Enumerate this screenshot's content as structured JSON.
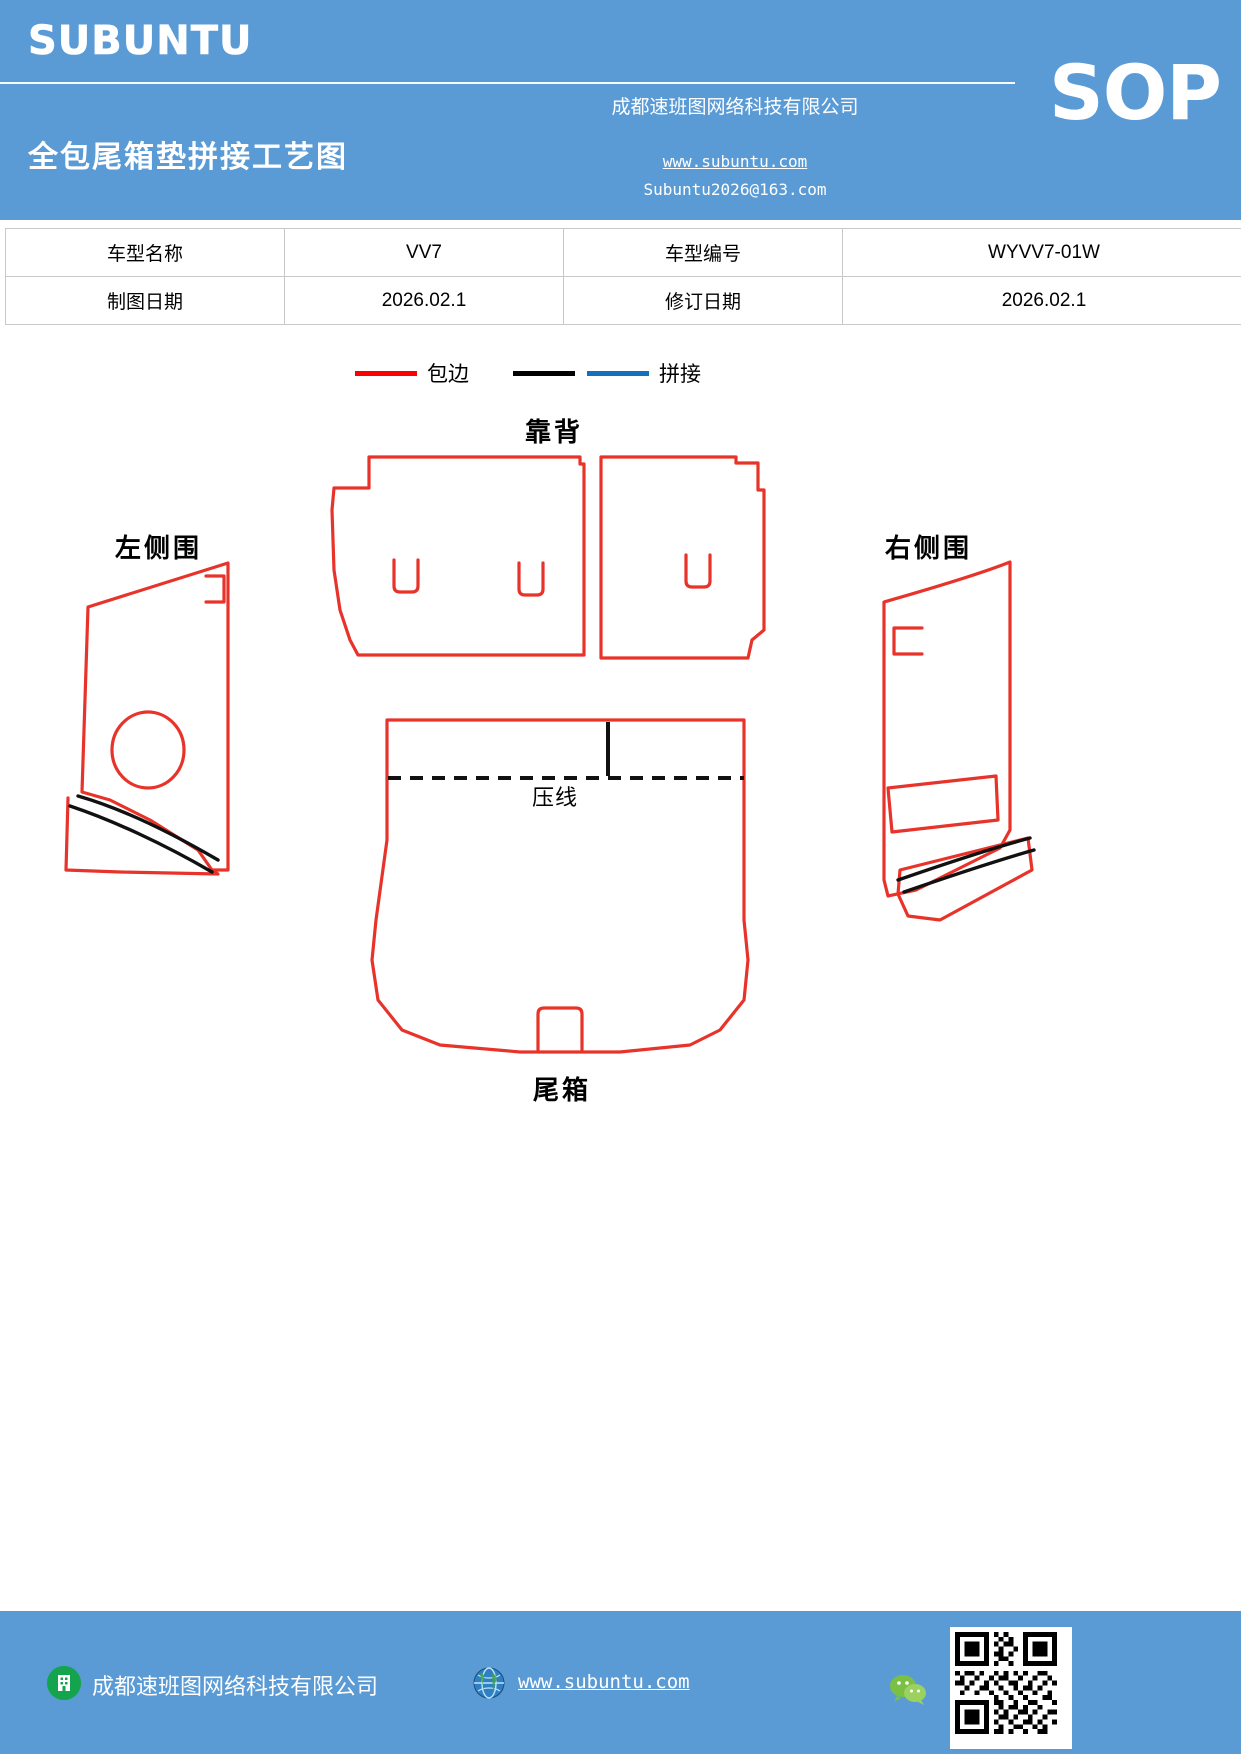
{
  "header": {
    "brand": "SUBUNTU",
    "doc_type": "SOP",
    "title": "全包尾箱垫拼接工艺图",
    "company": "成都速班图网络科技有限公司",
    "website": "www.subuntu.com",
    "email": "Subuntu2026@163.com",
    "bg_color": "#5b9bd5"
  },
  "info_table": {
    "rows": [
      {
        "label1": "车型名称",
        "value1": "VV7",
        "label2": "车型编号",
        "value2": "WYVV7-01W"
      },
      {
        "label1": "制图日期",
        "value1": "2026.02.1",
        "label2": "修订日期",
        "value2": "2026.02.1"
      }
    ]
  },
  "legend": {
    "items": [
      {
        "color": "#ff0000",
        "label": "包边"
      },
      {
        "color": "#000000",
        "label": ""
      },
      {
        "color": "#1270bf",
        "label": "拼接"
      }
    ],
    "edging_label": "包边",
    "splice_label": "拼接"
  },
  "diagram": {
    "labels": {
      "left_panel": "左侧围",
      "backrest": "靠背",
      "right_panel": "右侧围",
      "press_line": "压线",
      "trunk": "尾箱"
    },
    "colors": {
      "edging": "#e8332a",
      "splice_black": "#111111",
      "splice_blue": "#1270bf"
    }
  },
  "footer": {
    "company": "成都速班图网络科技有限公司",
    "website": "www.subuntu.com",
    "icons": [
      "building-icon",
      "globe-icon",
      "wechat-icon",
      "qr-code"
    ],
    "bg_color": "#5b9bd5"
  }
}
